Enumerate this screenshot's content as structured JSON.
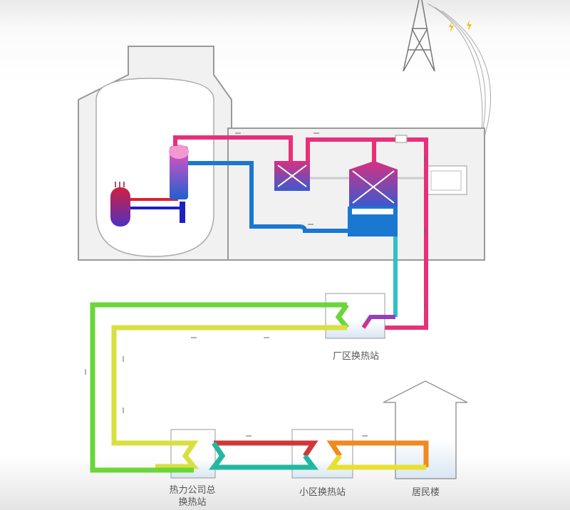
{
  "labels": {
    "plant_station": "厂区换热站",
    "company_station_line1": "热力公司总",
    "company_station_line2": "换热站",
    "community_station": "小区换热站",
    "residential": "居民楼"
  },
  "colors": {
    "hot_primary": "#e8307a",
    "cold_primary": "#1a78d0",
    "reactor": "#c02050",
    "green_loop": "#6ad63a",
    "yellow_loop": "#d8e040",
    "red_loop": "#d03838",
    "teal_loop": "#22b8a0",
    "orange_loop": "#f08a20",
    "outline": "#9a9a9a"
  }
}
